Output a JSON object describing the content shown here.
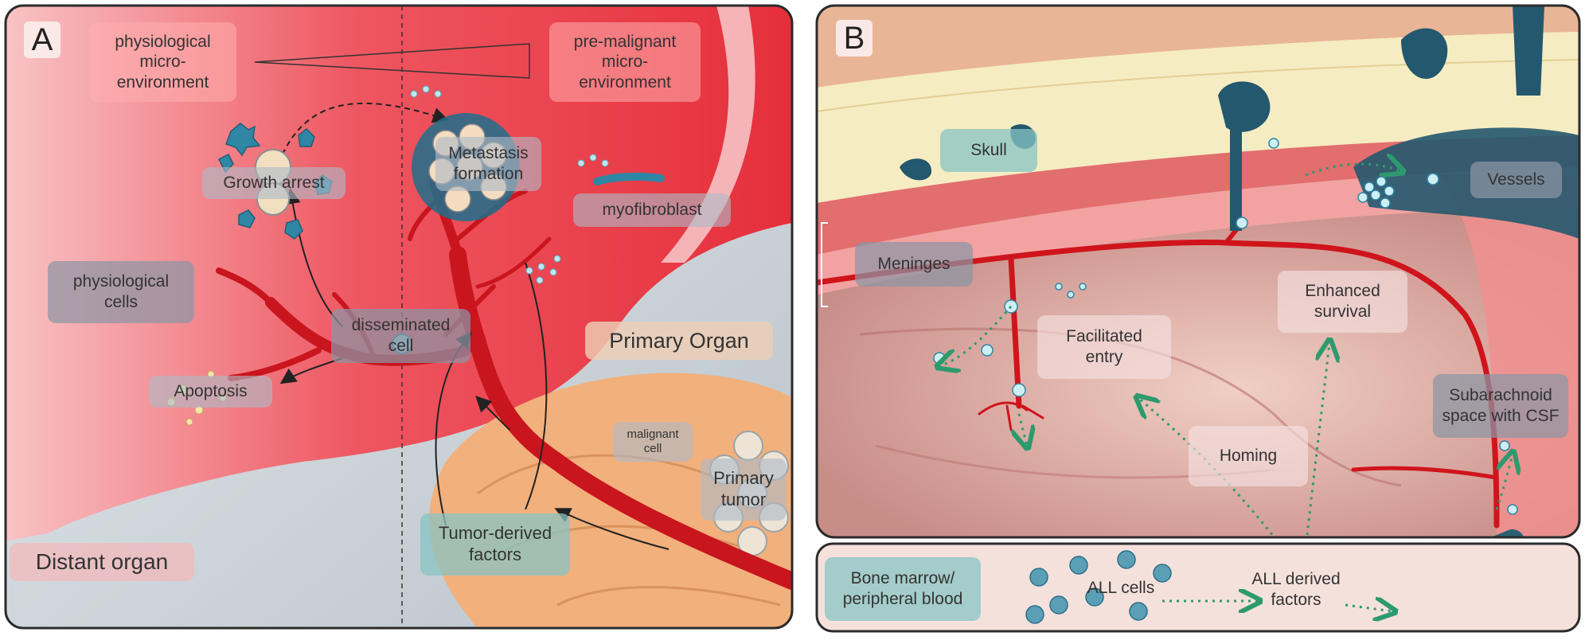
{
  "panel_a": {
    "letter": "A",
    "gradient_left": "physiological\nmicro-\nenvironment",
    "gradient_right": "pre-malignant\nmicro-\nenvironment",
    "growth_arrest": "Growth arrest",
    "metastasis_formation": "Metastasis\nformation",
    "myofibroblast": "myofibroblast",
    "physiological_cells": "physiological\ncells",
    "disseminated_cell": "disseminated\ncell",
    "apoptosis": "Apoptosis",
    "primary_organ": "Primary Organ",
    "malignant_cell": "malignant\ncell",
    "primary_tumor": "Primary\ntumor",
    "tumor_derived_factors": "Tumor-derived\nfactors",
    "distant_organ": "Distant organ"
  },
  "panel_b": {
    "letter": "B",
    "skull": "Skull",
    "vessels": "Vessels",
    "meninges": "Meninges",
    "enhanced_survival": "Enhanced\nsurvival",
    "facilitated_entry": "Facilitated\nentry",
    "subarachnoid": "Subarachnoid\nspace with CSF",
    "homing": "Homing",
    "bone_marrow": "Bone marrow/\nperipheral blood",
    "all_cells": "ALL cells",
    "all_derived_factors": "ALL derived\nfactors"
  },
  "colors": {
    "tissue_red": "#e8333f",
    "tissue_pink": "#f7b2b6",
    "vessel_red": "#c9151e",
    "cell_teal": "#2f86a5",
    "organ_orange": "#f2b07c",
    "bone_cream": "#f6ecc2",
    "brain_pink": "#c98a86",
    "dash_green": "#2d9a6e",
    "grey_bg": "#c9d1d6"
  }
}
